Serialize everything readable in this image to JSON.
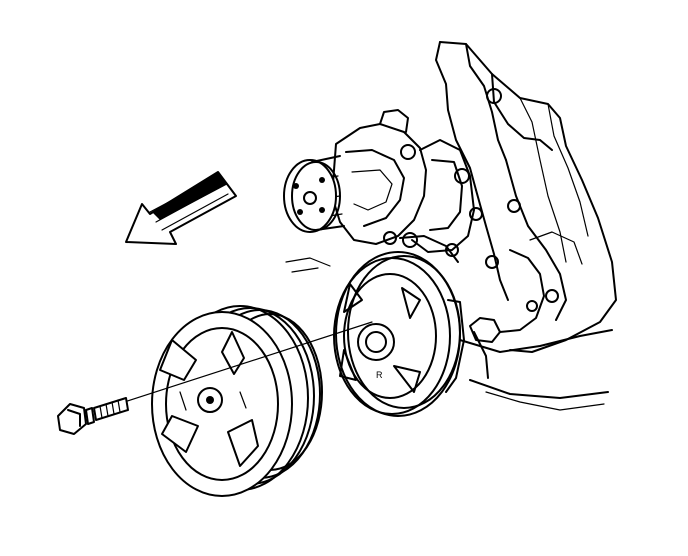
{
  "diagram": {
    "parts": [
      {
        "name": "direction-arrow",
        "icon": "arrow-left-down-icon"
      },
      {
        "name": "engine-block"
      },
      {
        "name": "water-pump"
      },
      {
        "name": "water-pump-pulley"
      },
      {
        "name": "crankshaft-hub"
      },
      {
        "name": "crankshaft-balancer-pulley"
      },
      {
        "name": "pulley-bolt"
      },
      {
        "name": "alignment-line"
      }
    ],
    "colors": {
      "line": "#000000",
      "background": "#ffffff"
    }
  }
}
